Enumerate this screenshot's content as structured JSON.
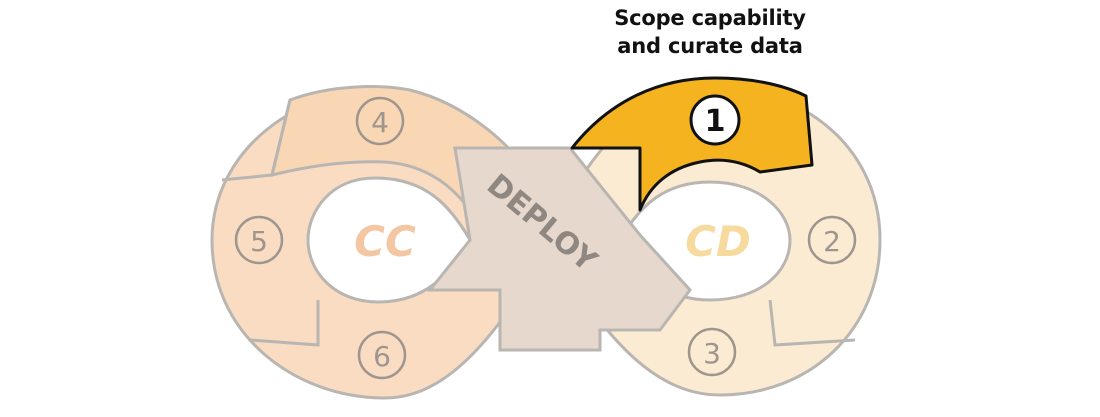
{
  "callout": {
    "line1": "Scope capability",
    "line2": "and curate data"
  },
  "loops": {
    "left": "CC",
    "right": "CD",
    "center": "DEPLOY"
  },
  "steps": [
    {
      "number": "1",
      "active": true
    },
    {
      "number": "2",
      "active": false
    },
    {
      "number": "3",
      "active": false
    },
    {
      "number": "4",
      "active": false
    },
    {
      "number": "5",
      "active": false
    },
    {
      "number": "6",
      "active": false
    }
  ],
  "colors": {
    "active_fill": "#F5B41F",
    "active_stroke": "#111111",
    "cd_fill": "#FCEBD3",
    "cc_fill": "#F9DCC2",
    "cc_top_fill": "#F9D6B4",
    "deploy_fill": "#E6D8CC",
    "outline": "#B9B6B2",
    "cc_text": "#F2C7A2",
    "cd_text": "#F7DA9E",
    "number_text": "#9E968E",
    "deploy_text": "#8F8781"
  }
}
